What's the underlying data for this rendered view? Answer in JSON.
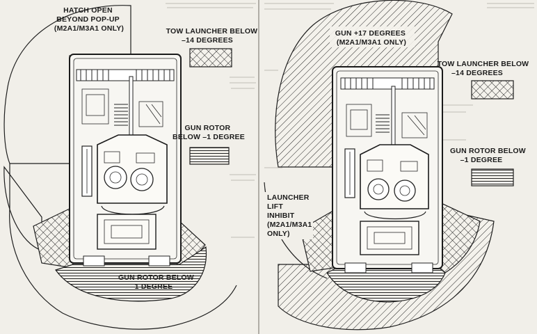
{
  "left_panel": {
    "hatch_label": [
      "HATCH OPEN",
      "BEYOND POP-UP",
      "(M2A1/M3A1 ONLY)"
    ],
    "tow_label": [
      "TOW LAUNCHER BELOW",
      "–14 DEGREES"
    ],
    "gun_rotor_label": [
      "GUN ROTOR",
      "BELOW –1 DEGREE"
    ],
    "gun_rotor_bottom_label": [
      "GUN ROTOR BELOW",
      "–1 DEGREE"
    ]
  },
  "right_panel": {
    "gun_label": [
      "GUN +17 DEGREES",
      "(M2A1/M3A1 ONLY)"
    ],
    "tow_label": [
      "TOW LAUNCHER BELOW",
      "–14 DEGREES"
    ],
    "gun_rotor_label": [
      "GUN ROTOR BELOW",
      "–1 DEGREE"
    ],
    "launcher_label": [
      "LAUNCHER",
      "LIFT",
      "INHIBIT",
      "(M2A1/M3A1",
      "ONLY)"
    ]
  },
  "patterns": {
    "diagonal_hatch": "gun",
    "cross_hatch": "tow-launcher",
    "horizontal_lines": "gun-rotor"
  }
}
